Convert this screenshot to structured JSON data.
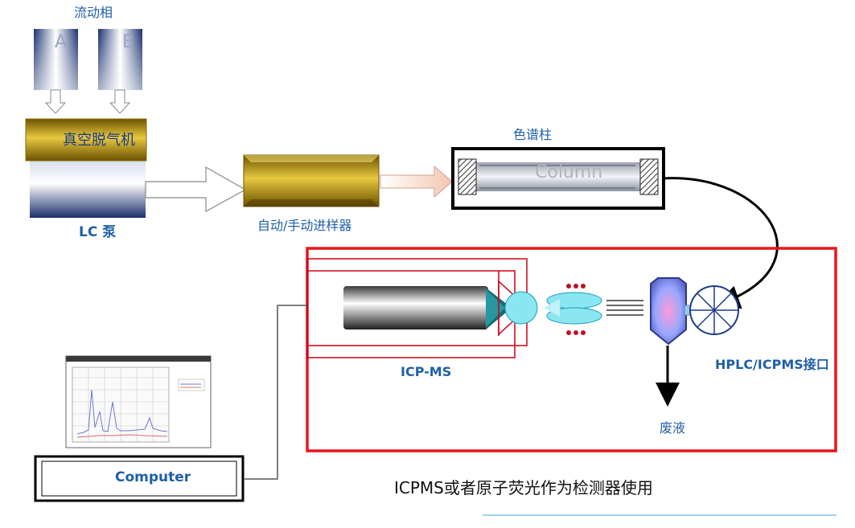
{
  "mobile_phase": {
    "title": "流动相",
    "reservoir_a": "A",
    "reservoir_b": "B"
  },
  "degasser": {
    "label": "真空脱气机"
  },
  "pump": {
    "label": "LC 泵"
  },
  "autosampler": {
    "label": "自动/手动进样器"
  },
  "column": {
    "title": "色谱柱",
    "text": "Column"
  },
  "icpms": {
    "label": "ICP-MS"
  },
  "interface": {
    "label": "HPLC/ICPMS接口"
  },
  "waste": {
    "label": "废液"
  },
  "computer": {
    "label": "Computer"
  },
  "caption": {
    "text": "ICPMS或者原子荧光作为检测器使用"
  },
  "colors": {
    "label_blue": "#1f5fa8",
    "detector_box": "#e8141c",
    "gold": "#c9a227"
  }
}
